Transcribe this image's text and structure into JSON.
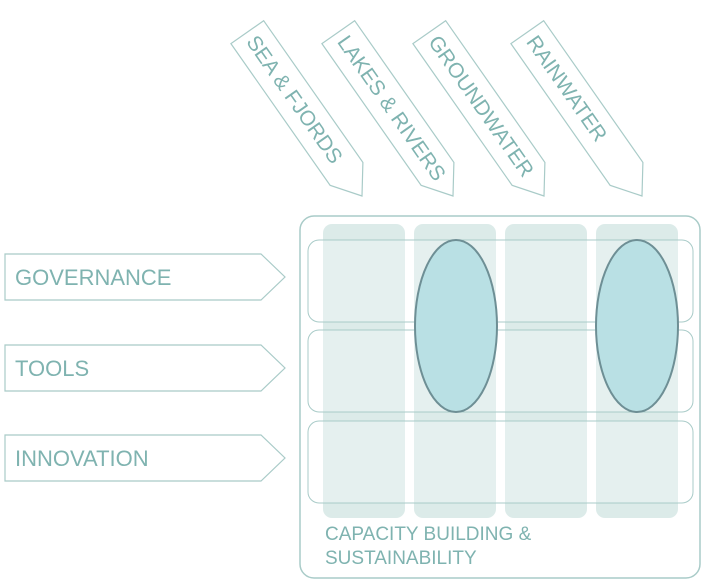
{
  "columns": [
    {
      "label": "SEA & FJORDS"
    },
    {
      "label": "LAKES & RIVERS"
    },
    {
      "label": "GROUNDWATER"
    },
    {
      "label": "RAINWATER"
    }
  ],
  "rows": [
    {
      "label": "GOVERNANCE"
    },
    {
      "label": "TOOLS"
    },
    {
      "label": "INNOVATION"
    }
  ],
  "footer": {
    "line1": "CAPACITY BUILDING &",
    "line2": "SUSTAINABILITY"
  },
  "highlights": [
    "LAKES & RIVERS",
    "RAINWATER"
  ],
  "colors": {
    "line": "#a9cbc8",
    "text": "#7fb3b0",
    "column_fill": "#c7dedc",
    "highlight_fill": "#b9e0e4",
    "highlight_stroke": "#6e8f95"
  }
}
